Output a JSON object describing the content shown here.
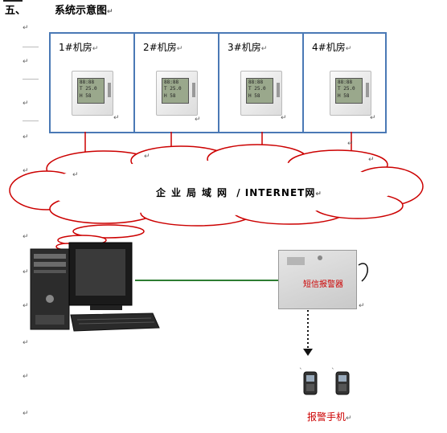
{
  "heading": {
    "number": "五、",
    "title": "系统示意图"
  },
  "rooms": [
    {
      "label": "1#机房"
    },
    {
      "label": "2#机房"
    },
    {
      "label": "3#机房"
    },
    {
      "label": "4#机房"
    }
  ],
  "network": {
    "label_cn": "企业局域网",
    "separator": " / ",
    "label_en": "INTERNET",
    "label_suffix": "网"
  },
  "sms_alarm": {
    "label": "短信报警器"
  },
  "phones": {
    "label": "报警手机"
  },
  "colors": {
    "frame": "#4a79b5",
    "link_red": "#cc0000",
    "link_green": "#2e7d32",
    "cloud_outline": "#cc0000"
  }
}
